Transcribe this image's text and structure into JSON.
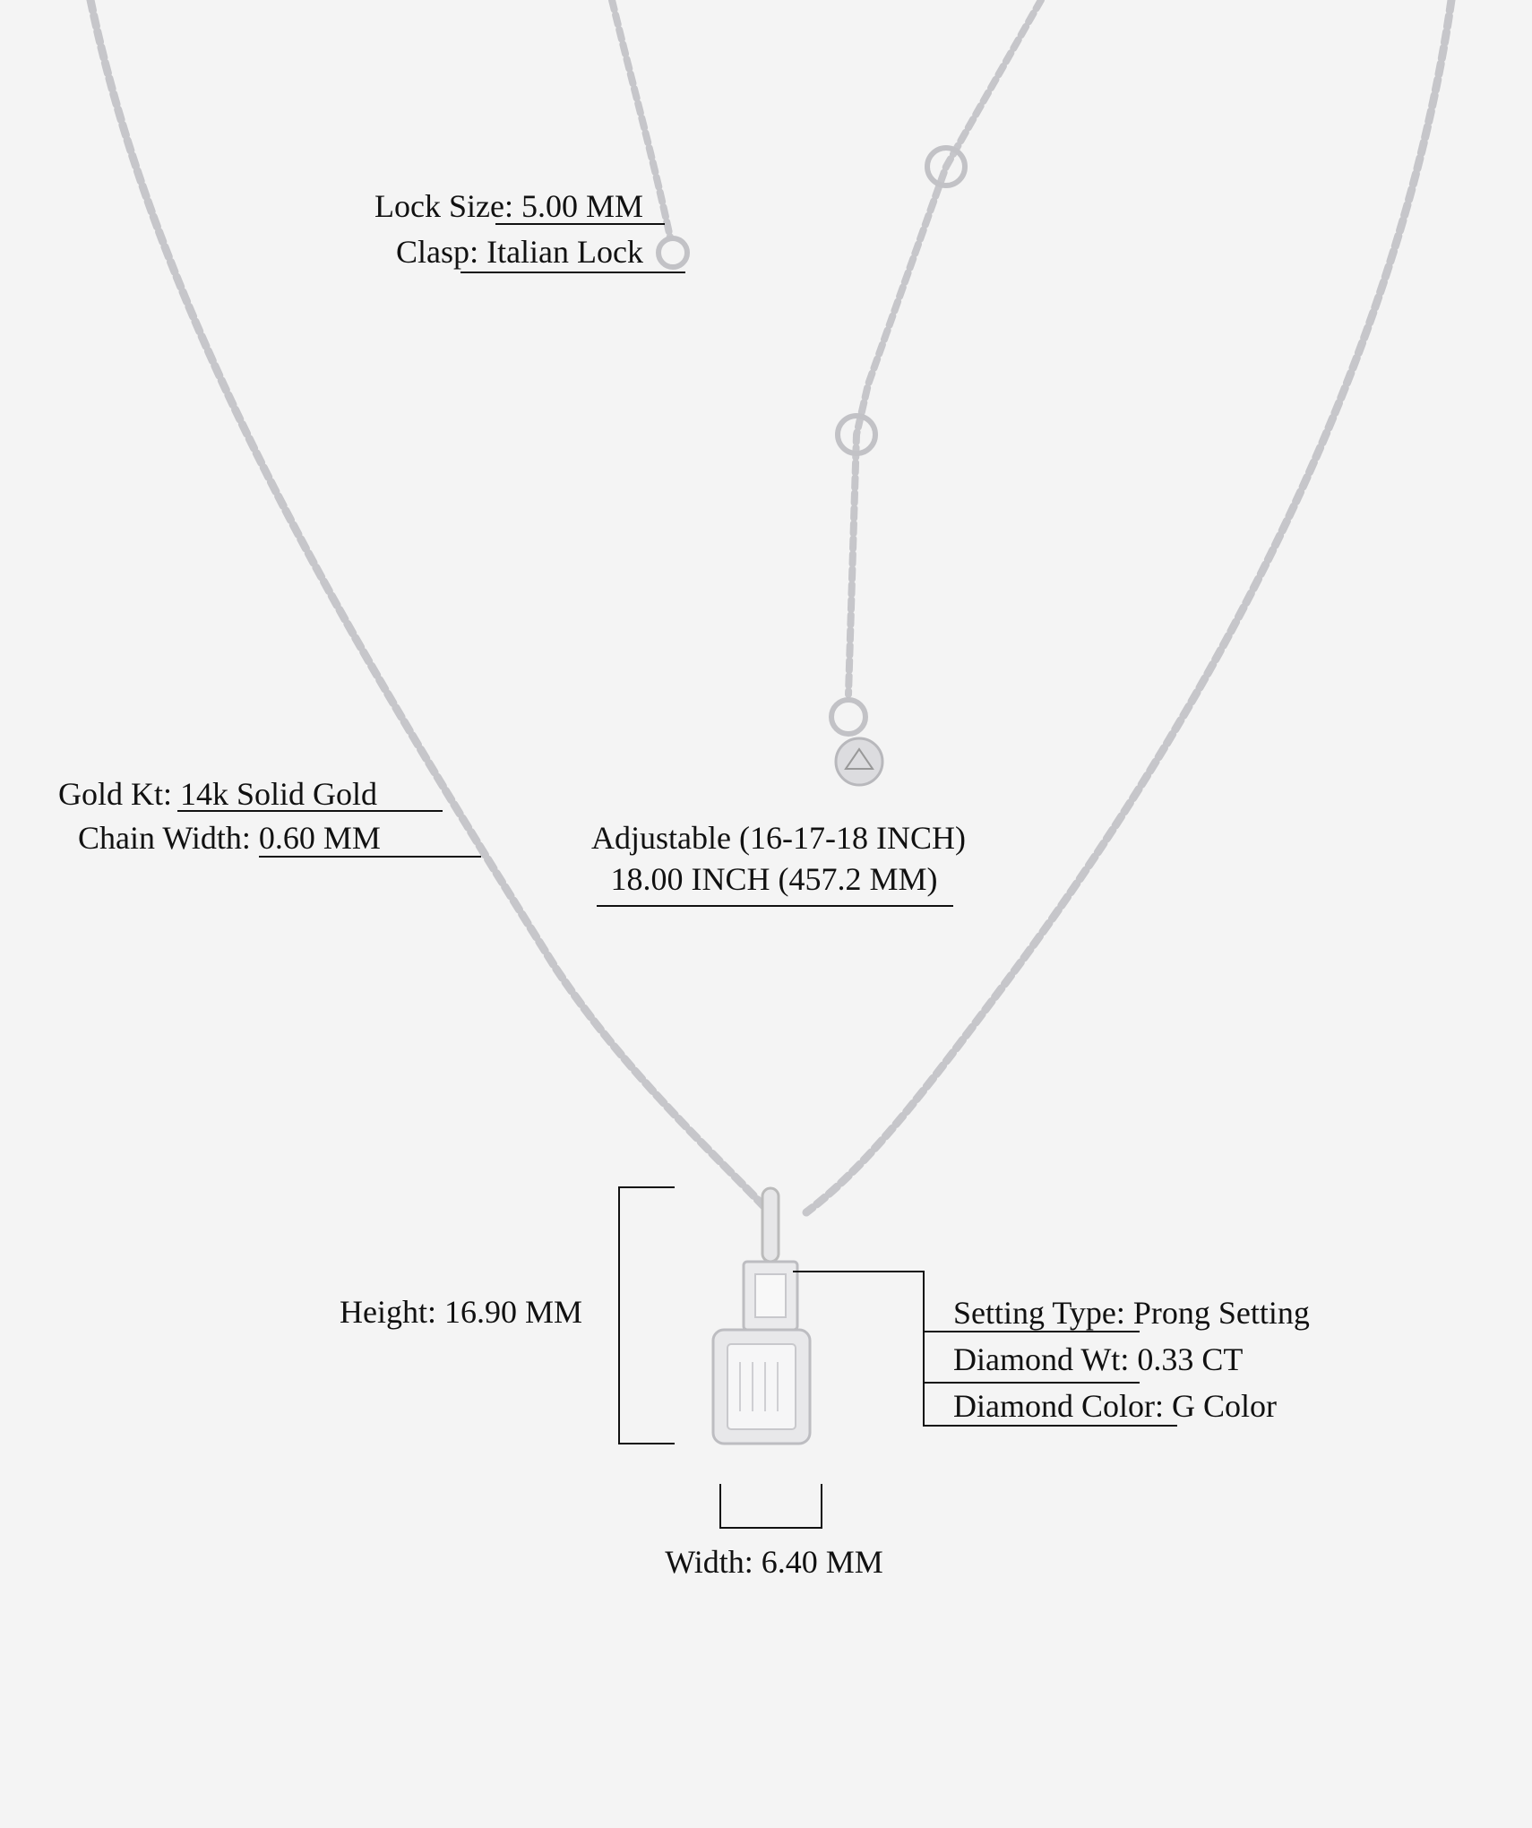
{
  "specs": {
    "lock_size": {
      "label": "Lock Size",
      "value": "5.00 MM"
    },
    "clasp": {
      "label": "Clasp",
      "value": "Italian Lock"
    },
    "gold_kt": {
      "label": "Gold Kt",
      "value": "14k Solid Gold"
    },
    "chain_width": {
      "label": "Chain Width",
      "value": "0.60 MM"
    },
    "adjustable": "Adjustable (16-17-18 INCH)",
    "length": "18.00 INCH (457.2 MM)",
    "height": {
      "label": "Height",
      "value": "16.90 MM"
    },
    "setting_type": {
      "label": "Setting Type",
      "value": "Prong Setting"
    },
    "diamond_wt": {
      "label": "Diamond Wt",
      "value": "0.33 CT"
    },
    "diamond_color": {
      "label": "Diamond Color",
      "value": "G Color"
    },
    "width": {
      "label": "Width",
      "value": "6.40 MM"
    }
  },
  "colors": {
    "background": "#f4f4f4",
    "metal": "#c9c9cc",
    "text": "#111111"
  }
}
